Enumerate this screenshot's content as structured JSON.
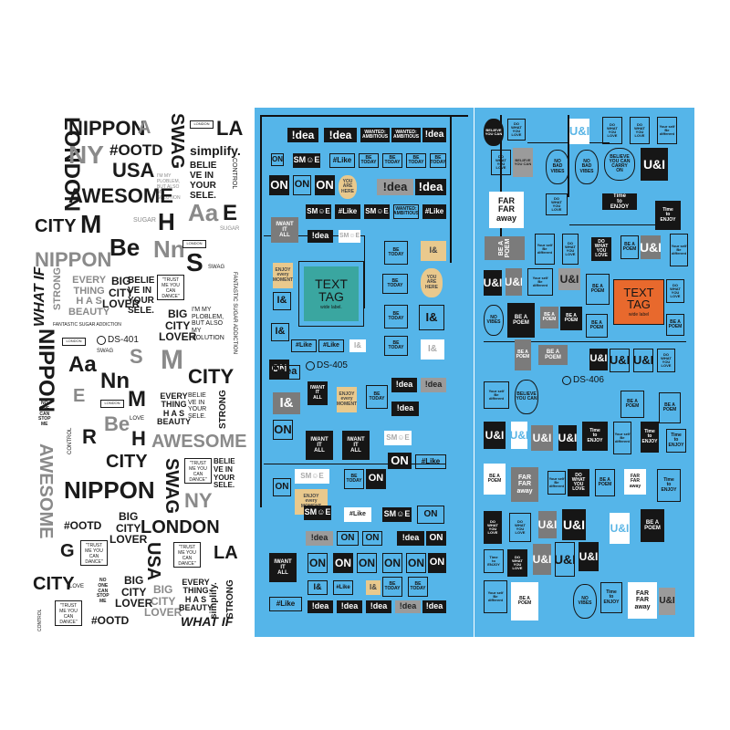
{
  "sheet1": {
    "words": {
      "london_v": "LONDON",
      "nippon_top": "NIPPON",
      "a_top": "A",
      "swag_v": "SWAG",
      "london_badge": "LONDON",
      "la_top": "LA",
      "ny": "NY",
      "ootd": "#OOTD",
      "simplify": "simplify.",
      "usa": "USA",
      "im_my": "I'M MY\nPLOBLEM,\nBUT ALSO\nMY\nSOLUTION",
      "believe": "BELIE\nVE IN\nYOUR\nSELE.",
      "control_v": "CONTROL",
      "awesome": "AWESOME",
      "city1": "CITY",
      "m1": "M",
      "h1": "H",
      "sugar1": "SUGAR",
      "aa1": "Aa",
      "e1": "E",
      "be1": "Be",
      "nn1": "Nn",
      "london_badge2": "LONDON",
      "sugar2": "SUGAR",
      "nippon2": "NIPPON",
      "s1": "S",
      "swag_small": "SWAG",
      "whatif_v": "WHAT IF",
      "strong_v": "STRONG",
      "everything": "EVERY\nTHING\nH A S\nBEAUTY",
      "bigcitylover": "BIG\nCITY\nLOVER",
      "believe2": "BELIE\nVE IN\nYOUR\nSELE.",
      "trust": "\"TRUST\nME YOU\nCAN\nDANCE\"",
      "fantastic_v": "FANTASTIC   SUGAR   ADDICTION",
      "big_city_lover2": "BIG\nCITY\nLOVER",
      "im_my2": "I'M MY\nPLOBLEM,\nBUT ALSO\nMY\nSOLUTION",
      "fantastic_h": "FANTASTIC    SUGAR    ADDICTION",
      "london_badge3": "LONDON",
      "ds401": "DS-401",
      "nippon_v": "NIPPON",
      "swag2": "SWAG",
      "aa2": "Aa",
      "s2": "S",
      "m2": "M",
      "city2": "CITY",
      "nn2": "Nn",
      "e2": "E",
      "london_badge4": "LONDON",
      "m3": "M",
      "everything2": "EVERY\nTHING\nH A S\nBEAUTY",
      "believe3": "BELIE\nVE IN\nYOUR\nSELE.",
      "strong2": "STRONG",
      "noone": "NO\nONE\nCAN\nSTOP\nME",
      "be2": "Be",
      "love": "LOVE",
      "awesome2": "AWESOME",
      "awesome_v": "AWESOME",
      "control2": "CONTROL",
      "r": "R",
      "h2": "H",
      "city3": "CITY",
      "trust2": "\"TRUST\nME YOU\nCAN\nDANCE\"",
      "swag3": "SWAG",
      "believe4": "BELIE\nVE IN\nYOUR\nSELE.",
      "nippon3": "NIPPON",
      "ny2": "NY",
      "ootd2": "#OOTD",
      "big_city2": "BIG\nCITY\nLOVER",
      "london2": "LONDON",
      "g": "G",
      "trust3": "\"TRUST\nME YOU\nCAN\nDANCE\"",
      "usa2": "USA",
      "trust4": "\"TRUST\nME YOU\nCAN\nDANCE\"",
      "la2": "LA",
      "city4": "CITY",
      "love2": "LOVE",
      "noone2": "NO\nONE\nCAN\nSTOP\nME",
      "big_city3": "BIG\nCITY\nLOVER",
      "everything3": "EVERY\nTHING\nH A S\nBEAUTY",
      "simplify2": "simplify.",
      "strong3": "STRONG",
      "control3": "CONTROL",
      "trust5": "\"TRUST\nME YOU\nCAN\nDANCE\"",
      "ootd3": "#OOTD",
      "big_city4": "BIG\nCITY\nLOVER",
      "whatif2": "WHAT IF"
    }
  },
  "sheet2": {
    "idea": "!dea",
    "wanted": "WANTED:\nAMBITIOUS",
    "smile": "SM☺E",
    "like": "#Like",
    "be_today": "BE\nTODAY",
    "on": "ON",
    "you_are_here": "YOU\nARE\nHERE",
    "want_it_all": "IWANT\nIT\nALL",
    "i_amp": "I&",
    "enjoy": "ENJOY\nevery\nMOMENT",
    "text_tag": "TEXT\nTAG",
    "wide_label": "wide label.",
    "ds405": "DS-405"
  },
  "sheet3": {
    "believe": "BELIEVE\nYOU CAN",
    "do_what": "DO\nWHAT\nYOU\nLOVE",
    "ui": "U&I",
    "no_bad_vibes": "NO\nBAD\nVIBES",
    "believe_carry": "BELIEVE\nYOU CAN\nCARRY\nON",
    "your_self": "Your self\nBe\ndifferent",
    "far_far_away": "FAR\nFAR\naway",
    "be_a_poem": "BE A\nPOEM",
    "time_to_enjoy": "Time\nto\nENJOY",
    "no_vibes": "NO\nVIBES",
    "text_tag": "TEXT\nTAG",
    "wide_label": "wide label",
    "ds406": "DS-406"
  },
  "colors": {
    "sheet_blue": "#55b5e9",
    "ink_black": "#161616",
    "ink_gray": "#8a8a8a",
    "teal": "#3aa6a0",
    "orange": "#e8692d",
    "tan": "#e9c98d"
  }
}
